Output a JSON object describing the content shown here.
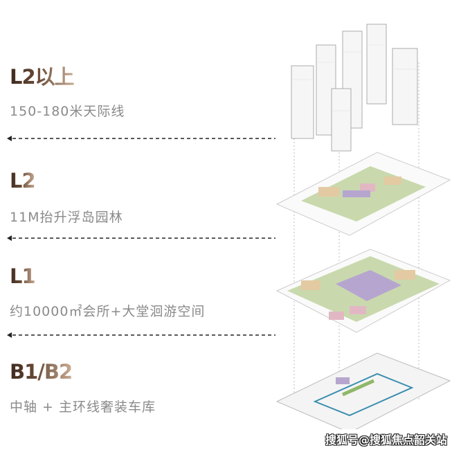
{
  "levels": [
    {
      "title": "L2以上",
      "subtitle": "150-180米天际线"
    },
    {
      "title": "L2",
      "subtitle": "11M抬升浮岛园林"
    },
    {
      "title": "L1",
      "subtitle": "约10000㎡会所+大堂洄游空间"
    },
    {
      "title": "B1/B2",
      "subtitle": "中轴 + 主环线奢装车库"
    }
  ],
  "watermark": "搜狐号@搜狐焦点韶关站",
  "colors": {
    "title_dark": "#3e2a1e",
    "title_light": "#c9ad95",
    "subtitle": "#8a8a8a",
    "green": "#b9cf9a",
    "pink": "#e2b7c4",
    "purple": "#b6a6cf",
    "tan": "#e3caa2"
  }
}
